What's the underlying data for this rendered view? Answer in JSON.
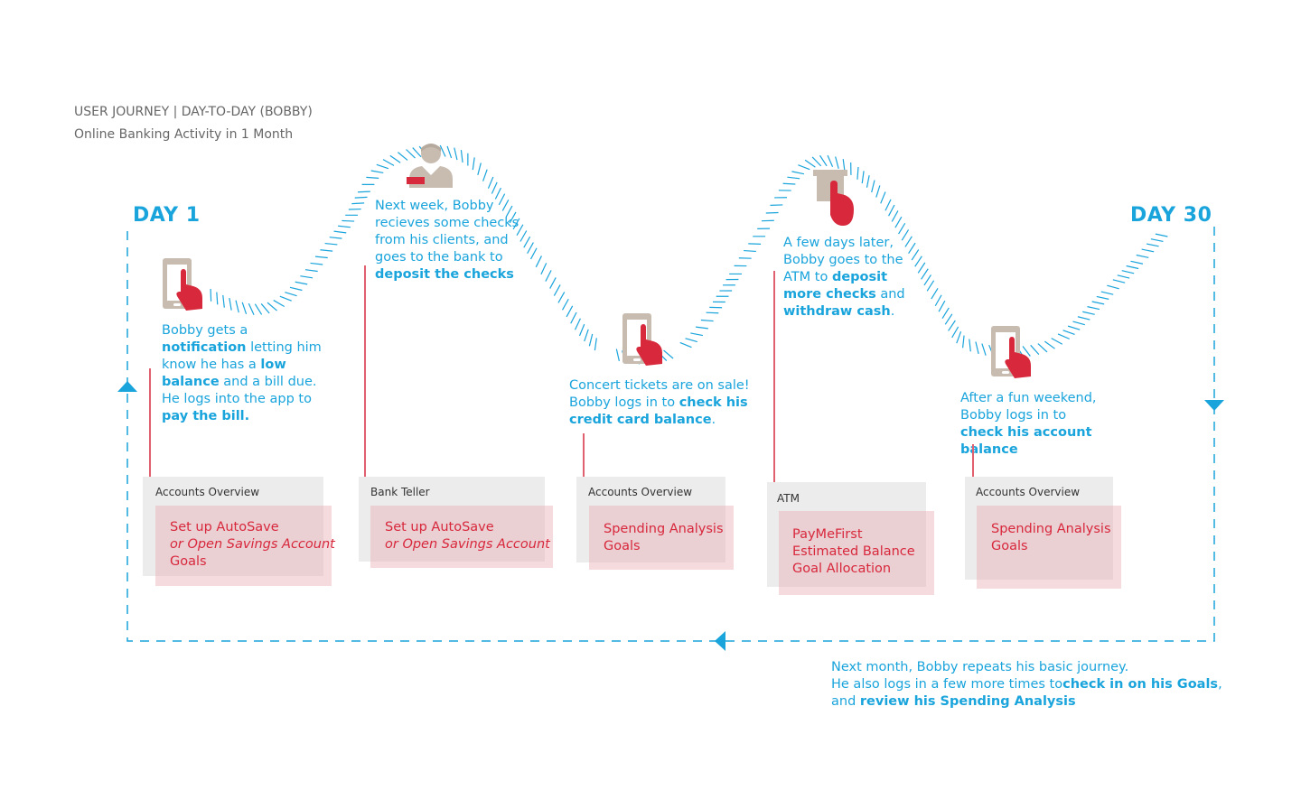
{
  "header": {
    "title": "USER JOURNEY | DAY-TO-DAY (BOBBY)",
    "subtitle": "Online Banking Activity in 1 Month"
  },
  "markers": {
    "start": "DAY 1",
    "end": "DAY 30"
  },
  "steps": [
    {
      "icon": "phone-tap-icon",
      "story": [
        {
          "t": "Bobby gets a "
        },
        {
          "t": "notification",
          "b": true
        },
        {
          "t": " letting him know he has a "
        },
        {
          "t": "low balance",
          "b": true
        },
        {
          "t": " and a bill due. He logs into the app to "
        },
        {
          "t": "pay the bill.",
          "b": true
        }
      ],
      "card_label": "Accounts Overview",
      "card_lines": [
        {
          "t": "Set up AutoSave"
        },
        {
          "t": "or Open Savings Account",
          "i": true
        },
        {
          "t": "Goals"
        }
      ]
    },
    {
      "icon": "bank-teller-icon",
      "story": [
        {
          "t": "Next week, Bobby recieves some checks from his clients, and goes to the bank to "
        },
        {
          "t": "deposit the checks",
          "b": true
        }
      ],
      "card_label": "Bank Teller",
      "card_lines": [
        {
          "t": "Set up AutoSave"
        },
        {
          "t": "or Open Savings Account",
          "i": true
        }
      ]
    },
    {
      "icon": "phone-tap-icon",
      "story": [
        {
          "t": "Concert tickets are on sale! Bobby logs in to "
        },
        {
          "t": "check his credit card balance",
          "b": true
        },
        {
          "t": "."
        }
      ],
      "card_label": "Accounts Overview",
      "card_lines": [
        {
          "t": "Spending Analysis"
        },
        {
          "t": "Goals"
        }
      ]
    },
    {
      "icon": "atm-icon",
      "story": [
        {
          "t": "A few days later, Bobby goes to the ATM to "
        },
        {
          "t": "deposit more checks",
          "b": true
        },
        {
          "t": " and "
        },
        {
          "t": "withdraw cash",
          "b": true
        },
        {
          "t": "."
        }
      ],
      "card_label": "ATM",
      "card_lines": [
        {
          "t": "PayMeFirst"
        },
        {
          "t": "Estimated Balance"
        },
        {
          "t": "Goal Allocation"
        }
      ]
    },
    {
      "icon": "phone-tap-icon",
      "story": [
        {
          "t": "After a fun weekend, Bobby logs in to "
        },
        {
          "t": "check his account balance",
          "b": true
        }
      ],
      "card_label": "Accounts Overview",
      "card_lines": [
        {
          "t": "Spending Analysis"
        },
        {
          "t": "Goals"
        }
      ]
    }
  ],
  "footer_note": [
    {
      "t": "Next month, Bobby repeats his basic journey."
    },
    {
      "t": "He also logs in a few more times to"
    },
    {
      "t": "check in on his Goals",
      "b": true
    },
    {
      "t": ", and "
    },
    {
      "t": "review his Spending Analysis",
      "b": true
    }
  ],
  "colors": {
    "accent_blue": "#1aa4dc",
    "accent_red": "#d8283c",
    "icon_gray": "#c8bcb0",
    "card_gray": "#ececec"
  }
}
